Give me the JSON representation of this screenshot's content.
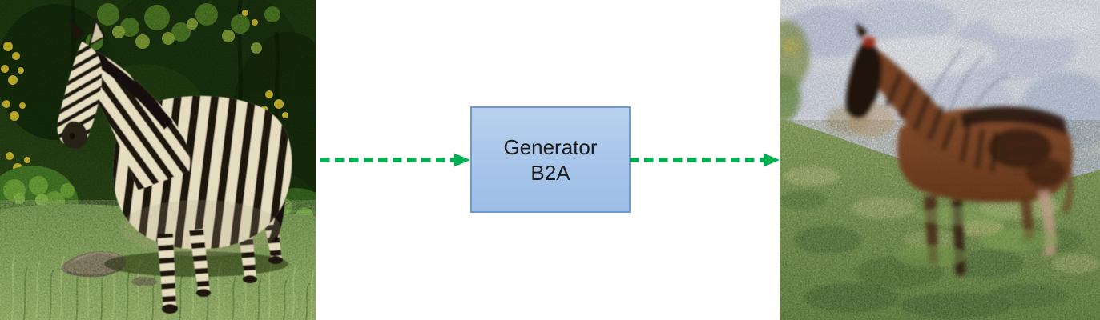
{
  "diagram": {
    "generator_node": {
      "label_line1": "Generator",
      "label_line2": "B2A"
    },
    "input_image": {
      "label": "zebra-photo",
      "description": "Photograph of a zebra standing in green bushveld grass, facing left, dark trees and yellow flowers behind"
    },
    "output_image": {
      "label": "generated-horse",
      "description": "Blurry GAN-generated brown horse in same pose, faint zebra-stripe ghosting on neck, pale blue-white sky and green grass"
    },
    "arrows": [
      {
        "name": "input-to-generator",
        "style": "dashed",
        "color": "#00b050"
      },
      {
        "name": "generator-to-output",
        "style": "dashed",
        "color": "#00b050"
      }
    ],
    "colors": {
      "arrow_green": "#00b050",
      "node_fill_top": "#b9d1ee",
      "node_fill_bottom": "#9cbde6",
      "node_border": "#6c99cf",
      "node_text": "#1c1c1c",
      "canvas_background": "#ffffff"
    }
  }
}
